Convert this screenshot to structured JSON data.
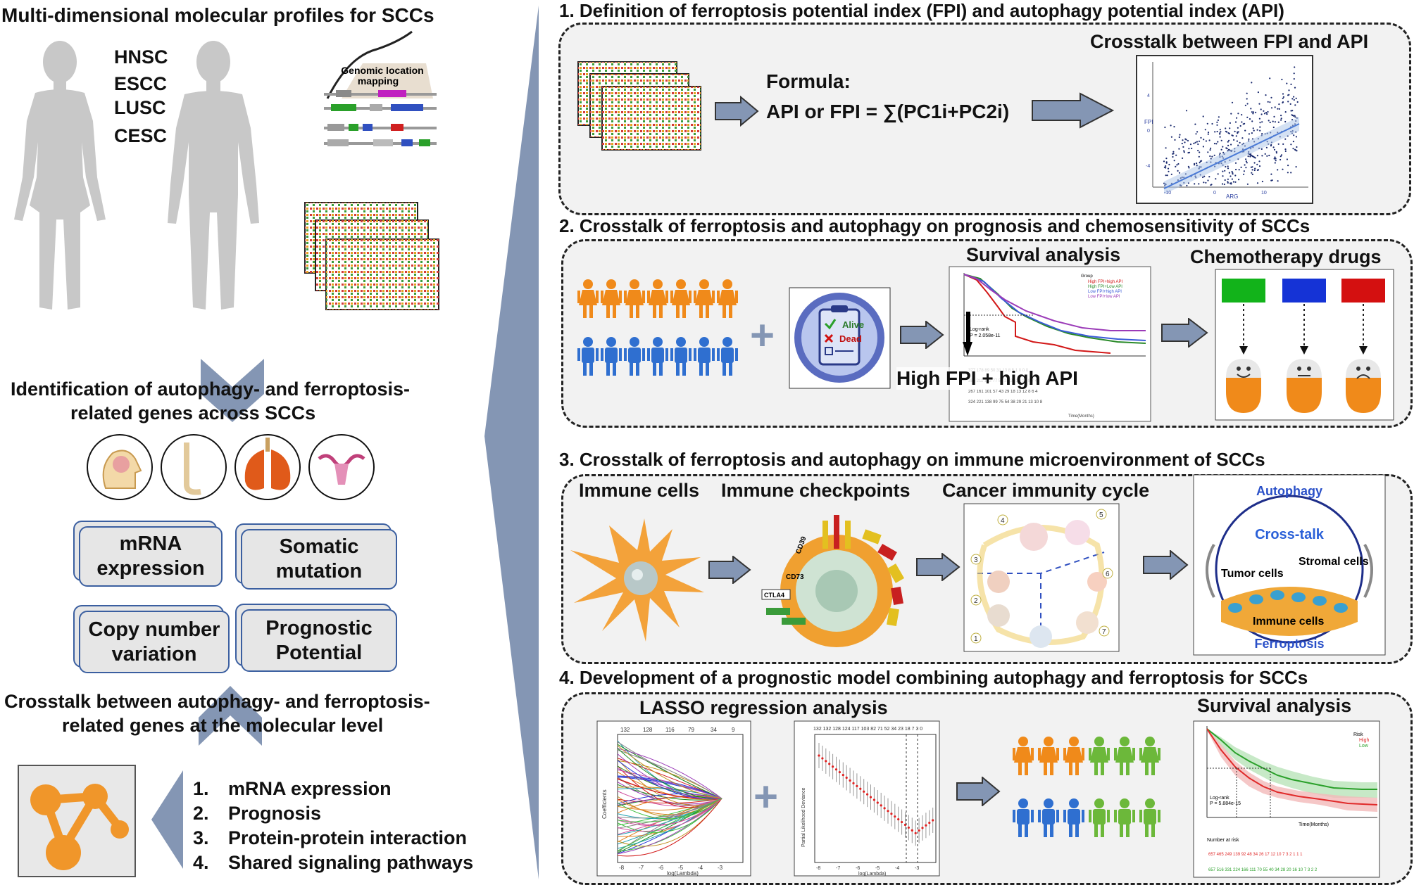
{
  "left": {
    "title": "Multi-dimensional molecular profiles for SCCs",
    "cancers": [
      "HNSC",
      "ESCC",
      "LUSC",
      "CESC"
    ],
    "genomic_label_1": "Genomic location",
    "genomic_label_2": "mapping",
    "identification_1": "Identification of autophagy- and ferroptosis-",
    "identification_2": "related genes across SCCs",
    "cards": [
      {
        "line1": "mRNA",
        "line2": "expression"
      },
      {
        "line1": "Somatic",
        "line2": "mutation"
      },
      {
        "line1": "Copy number",
        "line2": "variation"
      },
      {
        "line1": "Prognostic",
        "line2": "Potential"
      }
    ],
    "crosstalk_1": "Crosstalk between autophagy- and ferroptosis-",
    "crosstalk_2": "related genes at the molecular level",
    "list": [
      {
        "num": "1.",
        "text": "mRNA expression"
      },
      {
        "num": "2.",
        "text": "Prognosis"
      },
      {
        "num": "3.",
        "text": "Protein-protein interaction"
      },
      {
        "num": "4.",
        "text": "Shared signaling pathways"
      }
    ]
  },
  "s1": {
    "heading": "1. Definition of  ferroptosis potential index (FPI) and autophagy potential index (API)",
    "formula_label": "Formula:",
    "formula": "API or FPI = ∑(PC1i+PC2i)",
    "plot_title": "Crosstalk between FPI and API",
    "plot_ylabel": "FPI",
    "plot_xlabel": "ARG",
    "plot_xticks": [
      "-10",
      "0",
      "10"
    ],
    "plot_yticks": [
      "4",
      "0",
      "-4"
    ]
  },
  "s2": {
    "heading": "2. Crosstalk of  ferroptosis and autophagy on prognosis and chemosensitivity of SCCs",
    "alive": "Alive",
    "dead": "Dead",
    "survival_title": "Survival analysis",
    "chemo_title": "Chemotherapy drugs",
    "highlight": "High FPI + high API",
    "logrank_1": "Log-rank",
    "logrank_2": "P = 2.058e-11",
    "legend_title": "Group",
    "legend": [
      "High FPI+high API",
      "High FPI+Low API",
      "Low FPI+high API",
      "Low FPI+low API"
    ],
    "chemo_colors": [
      "#12b31a",
      "#1533d6",
      "#d41010"
    ]
  },
  "s3": {
    "heading": "3. Crosstalk of  ferroptosis and autophagy on immune microenvironment of SCCs",
    "immune_cells": "Immune cells",
    "immune_checkpoints": "Immune checkpoints",
    "cycle": "Cancer immunity cycle",
    "checkpoint_labels": [
      "CD39",
      "CD73",
      "CTLA4"
    ],
    "cycle_numbers": [
      "1",
      "2",
      "3",
      "4",
      "5",
      "6",
      "7"
    ],
    "autophagy": "Autophagy",
    "crosstalk": "Cross-talk",
    "tumor_cells": "Tumor cells",
    "stromal_cells": "Stromal cells",
    "immune_cells_small": "Immune cells",
    "ferroptosis": "Ferroptosis"
  },
  "s4": {
    "heading": "4. Development of a  prognostic model combining autophagy and ferroptosis for SCCs",
    "lasso_title": "LASSO regression analysis",
    "survival_title": "Survival analysis",
    "lasso_xlabel": "log(Lambda)",
    "coef_ylabel": "Coefficients",
    "deviance_ylabel": "Partial Likelihood Deviance",
    "coef_top": [
      "132",
      "128",
      "116",
      "79",
      "34",
      "9"
    ],
    "dev_top": "132 132 128 124 117 103 82 71 52 34 23 18 7 3 0",
    "x_ticks": [
      "-8",
      "-7",
      "-6",
      "-5",
      "-4",
      "-3"
    ],
    "logrank_1": "Log-rank",
    "logrank_2": "P = 5.884e-15",
    "risk_label": "Risk",
    "risk_high": "High",
    "risk_low": "Low",
    "number_at_risk": "Number at risk",
    "high_row": "657 465 249 139 92 48 34 26 17 12 10 7 3 2 1 1 1",
    "low_row": "657 516 331 224 166 111 70 55 40 34 28 20 16 10 7 3 2 2",
    "time_label": "Time(Months)"
  }
}
